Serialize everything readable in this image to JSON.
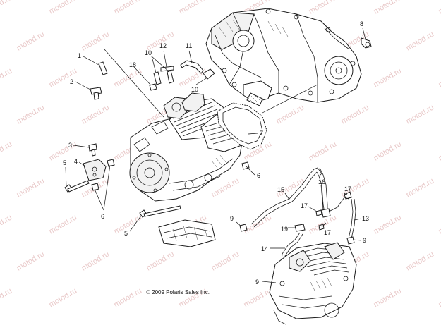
{
  "watermark_text": "motod.ru",
  "copyright": "© 2009 Polaris Sales Inc.",
  "callouts": {
    "c1": "1",
    "c2": "2",
    "c3": "3",
    "c4": "4",
    "c5a": "5",
    "c5b": "5",
    "c6a": "6",
    "c6b": "6",
    "c7": "7",
    "c8": "8",
    "c9a": "9",
    "c9b": "9",
    "c9c": "9",
    "c10a": "10",
    "c10b": "10",
    "c11": "11",
    "c12": "12",
    "c13": "13",
    "c14": "14",
    "c15": "15",
    "c16": "16",
    "c17a": "17",
    "c17b": "17",
    "c17c": "17",
    "c18": "18",
    "c19": "19"
  }
}
